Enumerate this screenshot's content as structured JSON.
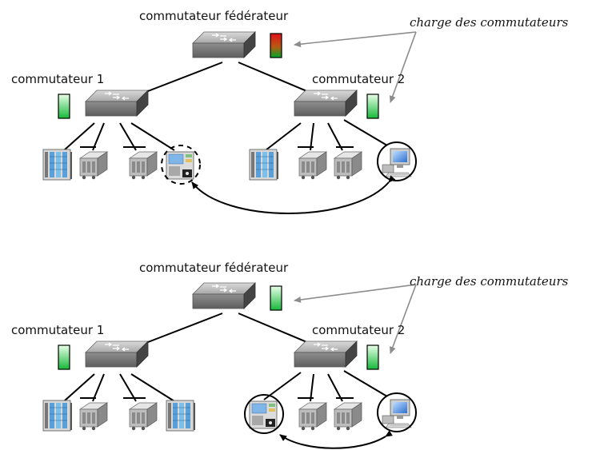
{
  "panels": [
    {
      "federator_label": "commutateur fédérateur",
      "switch1_label": "commutateur 1",
      "switch2_label": "commutateur 2",
      "load_note": "charge des commutateurs",
      "loads": {
        "federator": "high",
        "switch1": "low",
        "switch2": "low"
      },
      "switch1_devices": [
        "rack-server",
        "io-module",
        "io-module",
        "control-panel"
      ],
      "switch2_devices": [
        "rack-server",
        "io-module",
        "io-module",
        "workstation"
      ],
      "migration": {
        "from": "control-panel",
        "to": "workstation"
      }
    },
    {
      "federator_label": "commutateur fédérateur",
      "switch1_label": "commutateur 1",
      "switch2_label": "commutateur 2",
      "load_note": "charge des commutateurs",
      "loads": {
        "federator": "low",
        "switch1": "low",
        "switch2": "low"
      },
      "switch1_devices": [
        "rack-server",
        "io-module",
        "io-module",
        "rack-server"
      ],
      "switch2_devices": [
        "control-panel",
        "io-module",
        "io-module",
        "workstation"
      ],
      "migration": {
        "from": "control-panel",
        "to": "workstation"
      }
    }
  ],
  "colors": {
    "load_high_top": "#e0101a",
    "load_high_bottom": "#00a82a",
    "load_low_top": "#d8ffd8",
    "load_low_bottom": "#17b83a",
    "switch_body": "#9a9a9a",
    "annotation_arrow": "#8c8c8c"
  }
}
